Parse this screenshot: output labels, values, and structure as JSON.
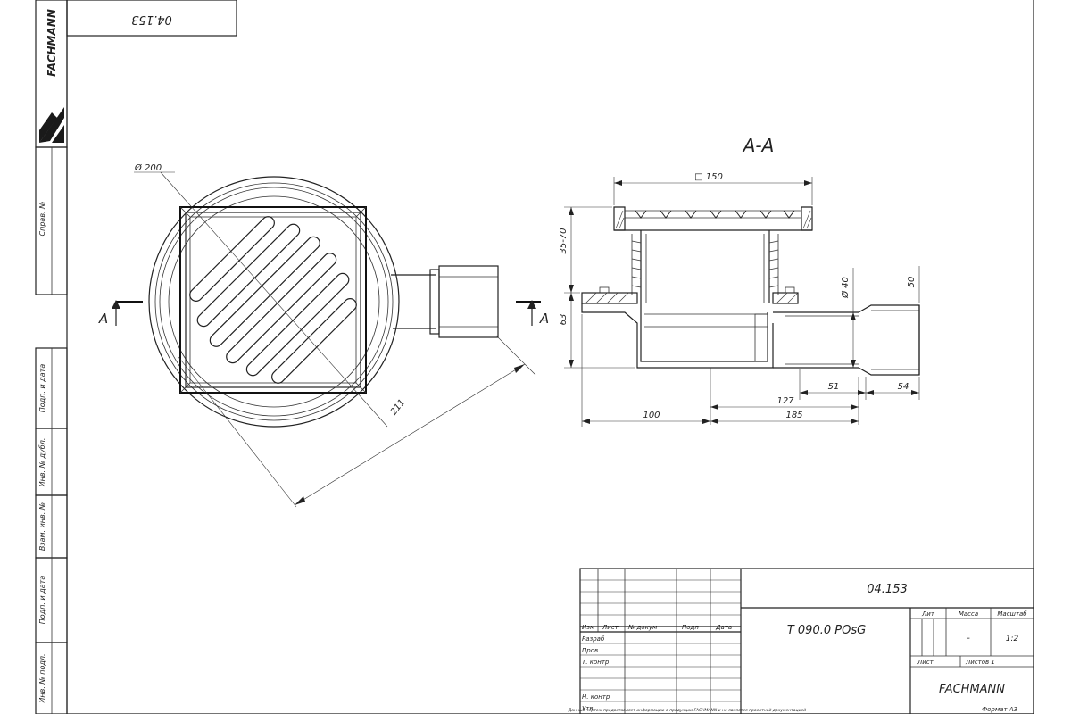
{
  "colors": {
    "line": "#222222",
    "paper": "#ffffff",
    "logo": "#1a1a1a"
  },
  "sheet": {
    "top_code": "04.153",
    "brand_vertical": "FACHMANN"
  },
  "left_strip": {
    "labels": [
      "Справ. №",
      "Подп. и дата",
      "Инв. № дубл.",
      "Взам. инв. №",
      "Подп. и дата",
      "Инв. № подл."
    ]
  },
  "plan_view": {
    "diameter_label": "Ø 200",
    "length_label": "211",
    "section_marker": "A"
  },
  "section_view": {
    "title": "А-А",
    "dims": {
      "square": "□ 150",
      "height_top": "35-70",
      "height_body": "63",
      "outlet_inner": "Ø 40",
      "outlet_outer": "50",
      "len_51": "51",
      "len_54": "54",
      "len_127": "127",
      "len_100": "100",
      "len_185": "185"
    }
  },
  "title_block": {
    "doc_code": "04.153",
    "product": "T 090.0 POsG",
    "header_lit": "Лит",
    "header_mass": "Масса",
    "header_scale": "Масштаб",
    "mass_value": "-",
    "scale_value": "1:2",
    "sheet_label": "Лист",
    "sheets_label": "Листов 1",
    "company": "FACHMANN",
    "cols": [
      "Изм",
      "Лист",
      "№ докум",
      "Подп",
      "Дата"
    ],
    "rows": [
      "Разраб",
      "Пров",
      "Т. контр",
      "Н. контр",
      "Утв"
    ],
    "footnote": "Данный чертеж предоставляет информацию о продукции FACHMANN и не является проектной документацией",
    "format": "Формат А3"
  }
}
